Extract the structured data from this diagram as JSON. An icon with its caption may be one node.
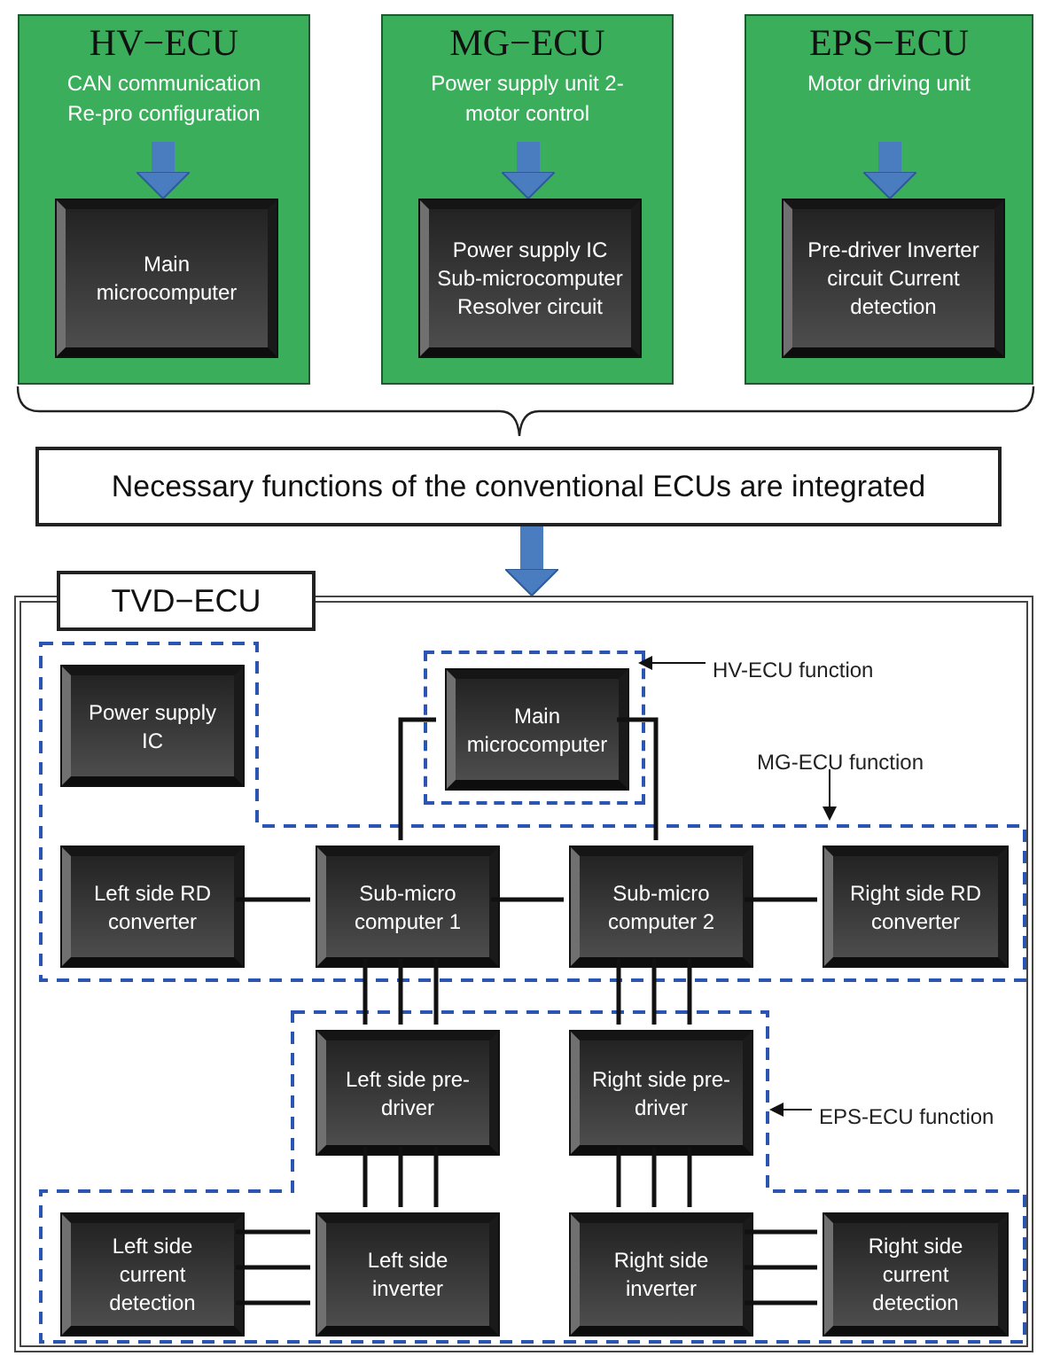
{
  "diagram": {
    "nodes": [
      {
        "text": [
          "HV−ECU",
          "CAN communication Re-pro configuration"
        ]
      },
      {
        "text": [
          "Main microcomputer"
        ],
        "in": 0
      },
      {
        "text": [
          "MG−ECU",
          "Power supply unit 2-motor control"
        ]
      },
      {
        "text": [
          "Power supply IC Sub-microcomputer Resolver circuit"
        ],
        "in": 2
      },
      {
        "text": [
          "EPS−ECU",
          "Motor driving unit"
        ]
      },
      {
        "text": [
          "Pre-driver Inverter circuit Current detection"
        ],
        "in": 4
      },
      {
        "text": [
          "Necessary functions of the conventional ECUs are integrated"
        ]
      },
      {
        "text": [
          "TVD−ECU"
        ]
      },
      {
        "text": [
          "Power supply IC"
        ],
        "in": 7
      },
      {
        "text": [],
        "shape": "box",
        "in": 7
      },
      {
        "text": [
          "Main microcomputer"
        ],
        "in": 9
      },
      {
        "text": [
          "Left side RD converter"
        ],
        "in": 7
      },
      {
        "text": [
          "Sub-micro computer 1"
        ],
        "in": 7
      },
      {
        "text": [
          "Sub-micro computer 2"
        ],
        "in": 7
      },
      {
        "text": [
          "Right side RD converter"
        ],
        "in": 7
      },
      {
        "text": [
          "Left side pre-driver"
        ],
        "in": 7
      },
      {
        "text": [
          "Right side pre-driver"
        ],
        "in": 7
      },
      {
        "text": [
          "Left side current detection"
        ],
        "in": 7
      },
      {
        "text": [
          "Left side inverter"
        ],
        "in": 7
      },
      {
        "text": [
          "Right side inverter"
        ],
        "in": 7
      },
      {
        "text": [
          "Right side current detection"
        ],
        "in": 7
      },
      {
        "text": [
          "HV-ECU function"
        ],
        "in": 7
      },
      {
        "text": [
          "MG-ECU function"
        ],
        "in": 7
      },
      {
        "text": [
          "EPS-ECU function"
        ],
        "in": 7
      }
    ],
    "edges": [
      {
        "from": null,
        "to": 1,
        "arrow": "to",
        "style": "thick",
        "color": "#4a7cc0"
      },
      {
        "from": null,
        "to": 3,
        "arrow": "to",
        "style": "thick",
        "color": "#4a7cc0"
      },
      {
        "from": null,
        "to": 5,
        "arrow": "to",
        "style": "thick",
        "color": "#4a7cc0"
      },
      {
        "from": 6,
        "to": 7,
        "arrow": "to",
        "style": "thick",
        "color": "#4a7cc0"
      },
      {
        "from": 10,
        "to": 12,
        "arrow": "none"
      },
      {
        "from": 10,
        "to": 13,
        "arrow": "none"
      },
      {
        "from": 11,
        "to": 12,
        "arrow": "none"
      },
      {
        "from": 12,
        "to": 13,
        "arrow": "none"
      },
      {
        "from": 13,
        "to": 14,
        "arrow": "none"
      },
      {
        "from": 12,
        "to": 15,
        "arrow": "none"
      },
      {
        "from": 12,
        "to": 15,
        "arrow": "none"
      },
      {
        "from": 12,
        "to": 15,
        "arrow": "none"
      },
      {
        "from": 13,
        "to": 16,
        "arrow": "none"
      },
      {
        "from": 13,
        "to": 16,
        "arrow": "none"
      },
      {
        "from": 13,
        "to": 16,
        "arrow": "none"
      },
      {
        "from": 15,
        "to": 18,
        "arrow": "none"
      },
      {
        "from": 15,
        "to": 18,
        "arrow": "none"
      },
      {
        "from": 15,
        "to": 18,
        "arrow": "none"
      },
      {
        "from": 16,
        "to": 19,
        "arrow": "none"
      },
      {
        "from": 16,
        "to": 19,
        "arrow": "none"
      },
      {
        "from": 16,
        "to": 19,
        "arrow": "none"
      },
      {
        "from": 17,
        "to": 18,
        "arrow": "none"
      },
      {
        "from": 17,
        "to": 18,
        "arrow": "none"
      },
      {
        "from": 17,
        "to": 18,
        "arrow": "none"
      },
      {
        "from": 19,
        "to": 20,
        "arrow": "none"
      },
      {
        "from": 19,
        "to": 20,
        "arrow": "none"
      },
      {
        "from": 19,
        "to": 20,
        "arrow": "none"
      },
      {
        "from": 21,
        "to": 9,
        "arrow": "to"
      },
      {
        "from": 22,
        "to": null,
        "arrow": "to"
      },
      {
        "from": 23,
        "to": null,
        "arrow": "to"
      }
    ]
  }
}
